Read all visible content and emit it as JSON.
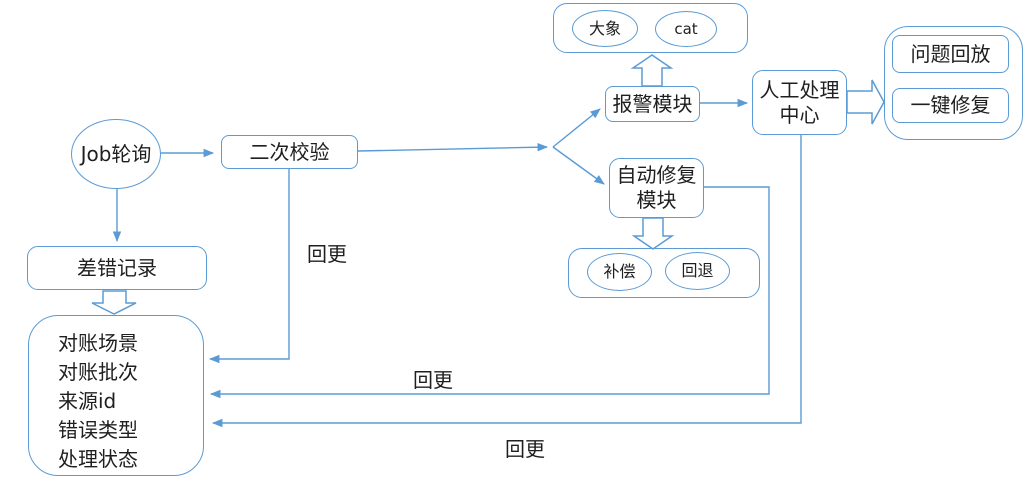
{
  "diagram": {
    "colors": {
      "stroke": "#5b9bd5",
      "text": "#1f1f1f",
      "background": "#ffffff"
    },
    "nodes": {
      "job_polling": "Job轮询",
      "secondary_check": "二次校验",
      "error_record": "差错记录",
      "record_fields": [
        "对账场景",
        "对账批次",
        "来源id",
        "错误类型",
        "处理状态"
      ],
      "alarm_module": "报警模块",
      "auto_repair_module": "自动修复\n模块",
      "manual_center": "人工处理\n中心",
      "elephant": "大象",
      "cat": "cat",
      "compensate": "补偿",
      "rollback": "回退",
      "problem_replay": "问题回放",
      "one_click_fix": "一键修复"
    },
    "edge_labels": {
      "huigeng_1": "回更",
      "huigeng_2": "回更",
      "huigeng_3": "回更"
    }
  }
}
